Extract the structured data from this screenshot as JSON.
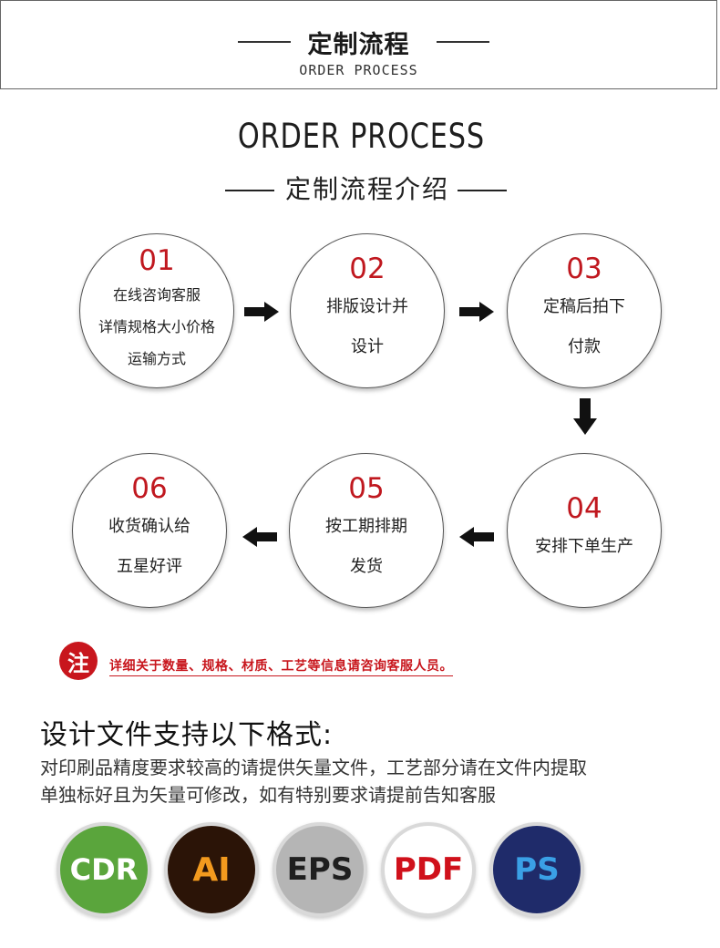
{
  "header": {
    "title": "定制流程",
    "subtitle": "ORDER PROCESS"
  },
  "section": {
    "title": "ORDER PROCESS",
    "subtitle": "定制流程介绍"
  },
  "steps": [
    {
      "num": "01",
      "lines": [
        "在线咨询客服",
        "详情规格大小价格",
        "运输方式"
      ]
    },
    {
      "num": "02",
      "lines": [
        "排版设计并",
        "设计"
      ]
    },
    {
      "num": "03",
      "lines": [
        "定稿后拍下",
        "付款"
      ]
    },
    {
      "num": "04",
      "lines": [
        "安排下单生产"
      ]
    },
    {
      "num": "05",
      "lines": [
        "按工期排期",
        "发货"
      ]
    },
    {
      "num": "06",
      "lines": [
        "收货确认给",
        "五星好评"
      ]
    }
  ],
  "note": {
    "badge": "注",
    "text": "详细关于数量、规格、材质、工艺等信息请咨询客服人员。"
  },
  "formats": {
    "title": "设计文件支持以下格式:",
    "desc_line1": "对印刷品精度要求较高的请提供矢量文件，工艺部分请在文件内提取",
    "desc_line2": "单独标好且为矢量可修改，如有特别要求请提前告知客服",
    "items": [
      {
        "label": "CDR",
        "bg": "#5aa53c",
        "fg": "#ffffff"
      },
      {
        "label": "AI",
        "bg": "#2b1407",
        "fg": "#f39a1e"
      },
      {
        "label": "EPS",
        "bg": "#b5b5b5",
        "fg": "#1f1f1f"
      },
      {
        "label": "PDF",
        "bg": "#ffffff",
        "fg": "#d0111b"
      },
      {
        "label": "PS",
        "bg": "#1f2b6a",
        "fg": "#3aa0e6"
      }
    ]
  },
  "colors": {
    "accent_red": "#c0181f"
  }
}
